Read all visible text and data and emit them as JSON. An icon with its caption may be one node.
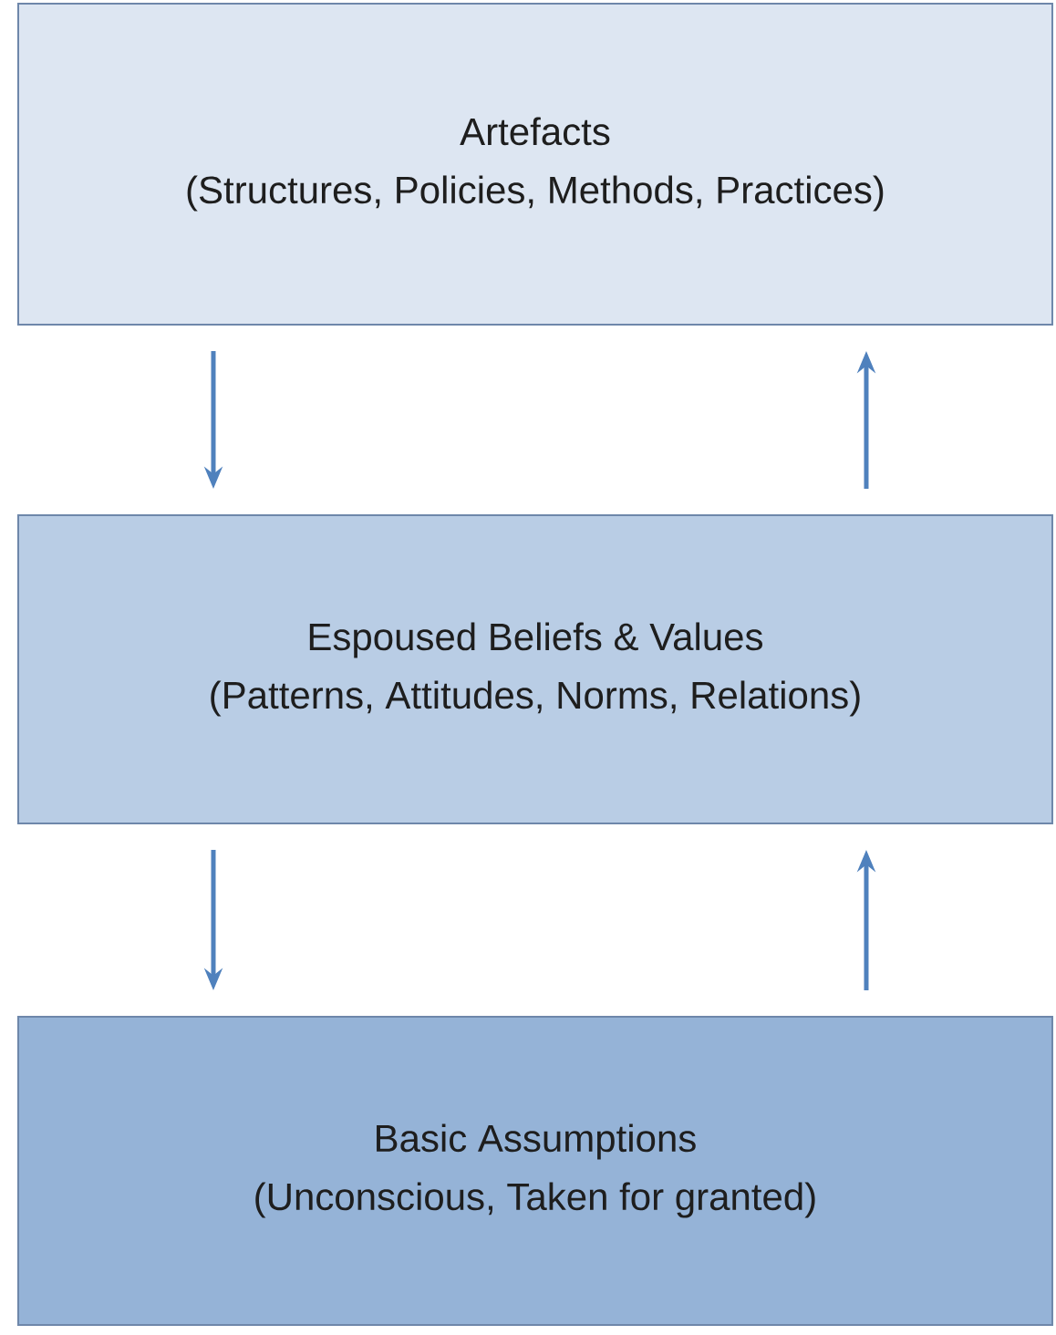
{
  "diagram": {
    "nodes": [
      {
        "text": [
          "Artefacts",
          "(Structures, Policies, Methods, Practices)"
        ]
      },
      {
        "text": [
          "Espoused Beliefs & Values",
          "(Patterns, Attitudes, Norms, Relations)"
        ]
      },
      {
        "text": [
          "Basic Assumptions",
          "(Unconscious, Taken for granted)"
        ]
      }
    ],
    "edges": [
      {
        "from": 0,
        "to": 1,
        "arrow": "to"
      },
      {
        "from": 1,
        "to": 0,
        "arrow": "to"
      },
      {
        "from": 1,
        "to": 2,
        "arrow": "to"
      },
      {
        "from": 2,
        "to": 1,
        "arrow": "to"
      }
    ]
  }
}
